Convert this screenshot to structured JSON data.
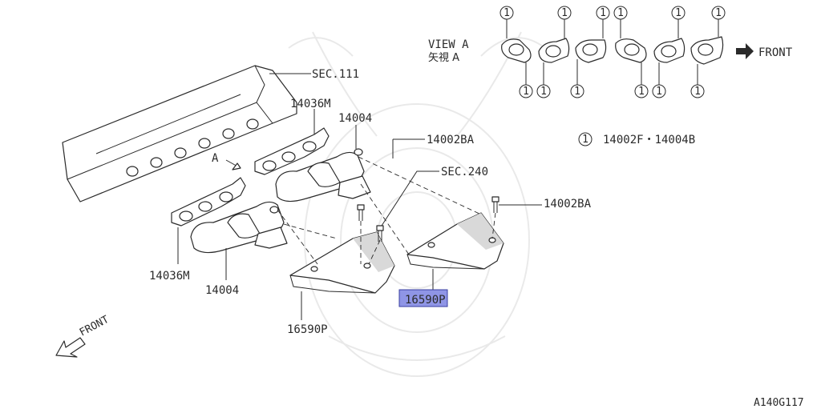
{
  "labels": {
    "sec111": "SEC.111",
    "p14036m_top": "14036M",
    "p14004_top": "14004",
    "p14002ba_top": "14002BA",
    "sec240": "SEC.240",
    "p14002ba_right": "14002BA",
    "p14036m_bottom": "14036M",
    "p14004_bottom": "14004",
    "p16590p_left": "16590P",
    "p16590p_right": "16590P",
    "view_a": "VIEW A",
    "view_a_jp": "矢視 A",
    "front_right": "FRONT",
    "front_left": "FRONT",
    "arrow_a": "A",
    "ref_number": "1",
    "legend_text": "14002F・14004B",
    "figure_code": "A140G117"
  },
  "highlight_color": "#8f95e6"
}
